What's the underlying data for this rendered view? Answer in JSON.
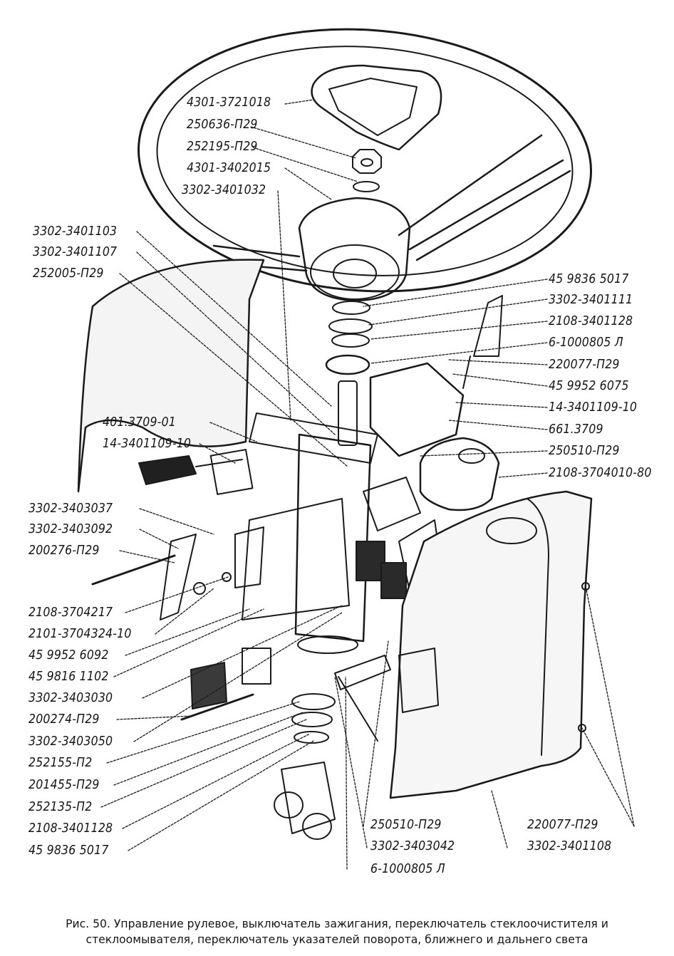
{
  "labels": [
    "4301-3721018",
    "250636-П29",
    "252195-П29",
    "4301-3402015",
    "3302-3401032",
    "3302-3401103",
    "3302-3401107",
    "252005-П29",
    "45 9836 5017",
    "3302-3401111",
    "2108-3401128",
    "6-1000805 Л",
    "220077-П29",
    "45 9952 6075",
    "14-3401109-10",
    "661.3709",
    "250510-П29",
    "2108-3704010-80",
    "401.3709-01",
    "14-3401109-10",
    "3302-3403037",
    "3302-3403092",
    "200276-П29",
    "2108-3704217",
    "2101-3704324-10",
    "45 9952 6092",
    "45 9816 1102",
    "3302-3403030",
    "200274-П29",
    "3302-3403050",
    "252155-П2",
    "201455-П29",
    "252135-П2",
    "2108-3401128",
    "45 9836 5017",
    "250510-П29",
    "3302-3403042",
    "6-1000805 Л",
    "220077-П29",
    "3302-3401108"
  ],
  "caption": {
    "line1": "Рис. 50. Управление рулевое, выключатель зажигания, переключатель стеклоочистителя и",
    "line2": "стеклоомывателя, переключатель указателей поворота, ближнего и дальнего света"
  }
}
